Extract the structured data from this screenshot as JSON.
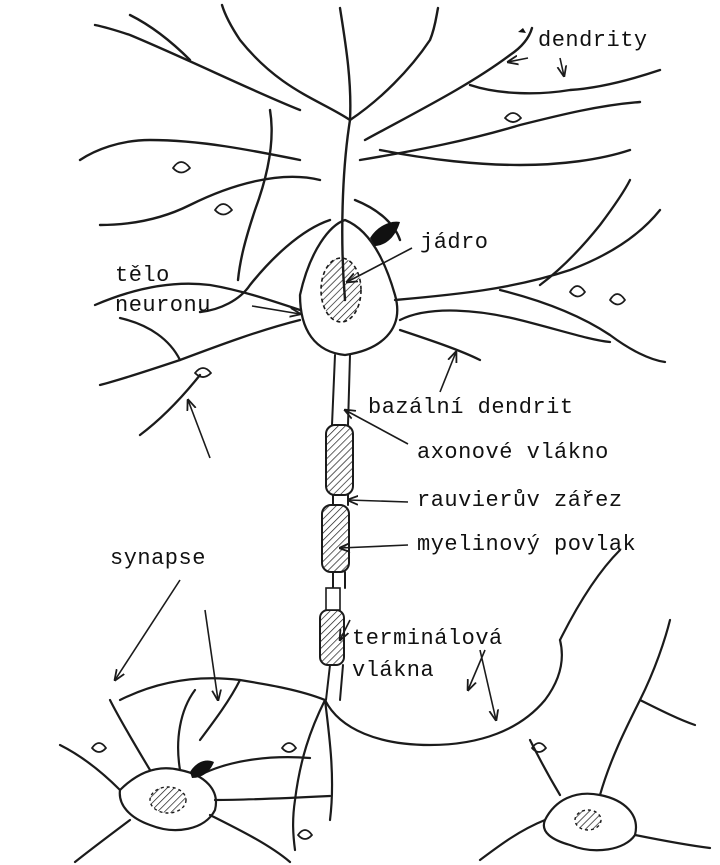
{
  "labels": {
    "dendrity": "dendrity",
    "jadro": "jádro",
    "telo_line1": "tělo",
    "telo_line2": "neuronu",
    "bazalni_dendrit": "bazální dendrit",
    "axonove_vlakno": "axonové vlákno",
    "rauvieruv_zarez": "rauvierův zářez",
    "myelinovy_povlak": "myelinový povlak",
    "synapse": "synapse",
    "terminalova_line1": "terminálová",
    "terminalova_line2": "vlákna"
  },
  "colors": {
    "ink": "#1b1b1b",
    "background": "#ffffff"
  }
}
